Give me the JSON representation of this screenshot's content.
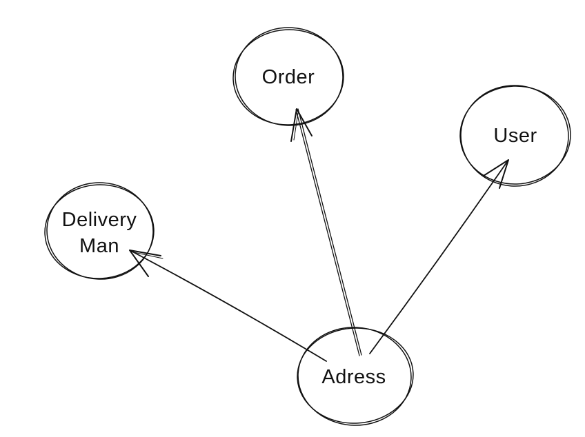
{
  "diagram": {
    "background_color": "#ffffff",
    "ink_color": "#111111",
    "style": "hand-drawn-sketch",
    "nodes": {
      "order": {
        "label": "Order",
        "shape": "circle"
      },
      "user": {
        "label": "User",
        "shape": "circle"
      },
      "delivery_man": {
        "label_line1": "Delivery",
        "label_line2": "Man",
        "shape": "circle"
      },
      "adress": {
        "label": "Adress",
        "shape": "circle"
      }
    },
    "edges": [
      {
        "from": "Adress",
        "to": "Order",
        "line_style": "double",
        "arrow": "open-arrowhead-at-order"
      },
      {
        "from": "Adress",
        "to": "User",
        "line_style": "single",
        "arrow": "open-arrowhead-at-user"
      },
      {
        "from": "Adress",
        "to": "Delivery Man",
        "line_style": "single",
        "arrow": "open-arrowhead-at-delivery-man"
      }
    ]
  }
}
